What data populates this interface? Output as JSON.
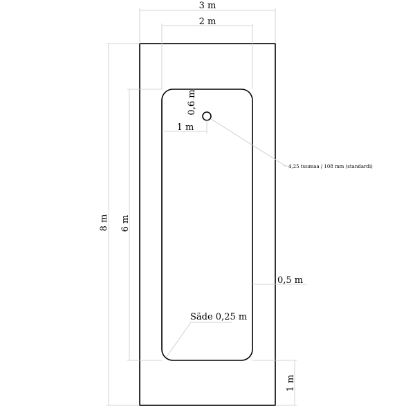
{
  "labels": {
    "width_outer": "3 m",
    "width_inner": "2 m",
    "hole_offset_top": "0,6 m",
    "hole_offset_side": "1 m",
    "hole_size": "4,25 tuumaa / 108 mm (standardi)",
    "length_outer": "8 m",
    "length_inner": "6 m",
    "side_margin": "0,5 m",
    "corner_radius": "Säde 0,25 m",
    "bottom_margin": "1 m"
  },
  "colors": {
    "outline": "#000000",
    "dimension_line": "#c8c8c8",
    "background": "#ffffff"
  }
}
